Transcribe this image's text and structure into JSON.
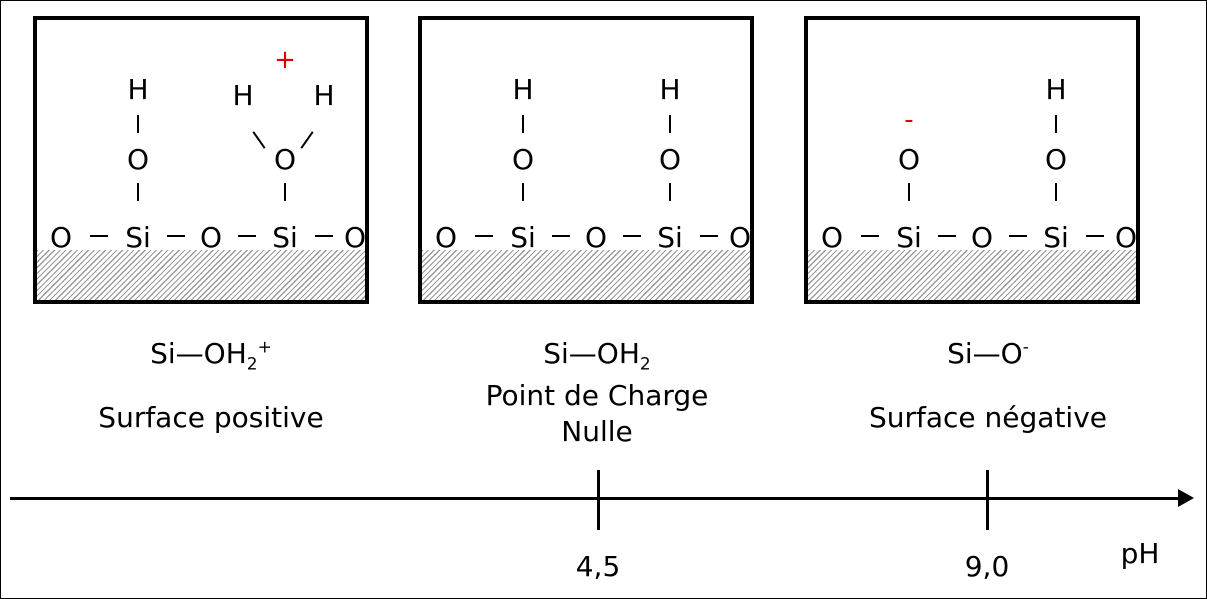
{
  "atoms": {
    "o": "O",
    "h": "H",
    "si": "Si"
  },
  "charges": {
    "positive": "+",
    "negative": "-"
  },
  "states": [
    {
      "formula_base": "Si—OH",
      "formula_sub": "2",
      "formula_sup": "+",
      "caption": "Surface positive"
    },
    {
      "formula_base": "Si—OH",
      "formula_sub": "2",
      "formula_sup": "",
      "caption": "Point de Charge Nulle"
    },
    {
      "formula_base": "Si—O",
      "formula_sub": "",
      "formula_sup": "-",
      "caption": "Surface négative"
    }
  ],
  "axis": {
    "label": "pH",
    "ticks": [
      {
        "value": 4.5,
        "label": "4,5"
      },
      {
        "value": 9.0,
        "label": "9,0"
      }
    ]
  }
}
